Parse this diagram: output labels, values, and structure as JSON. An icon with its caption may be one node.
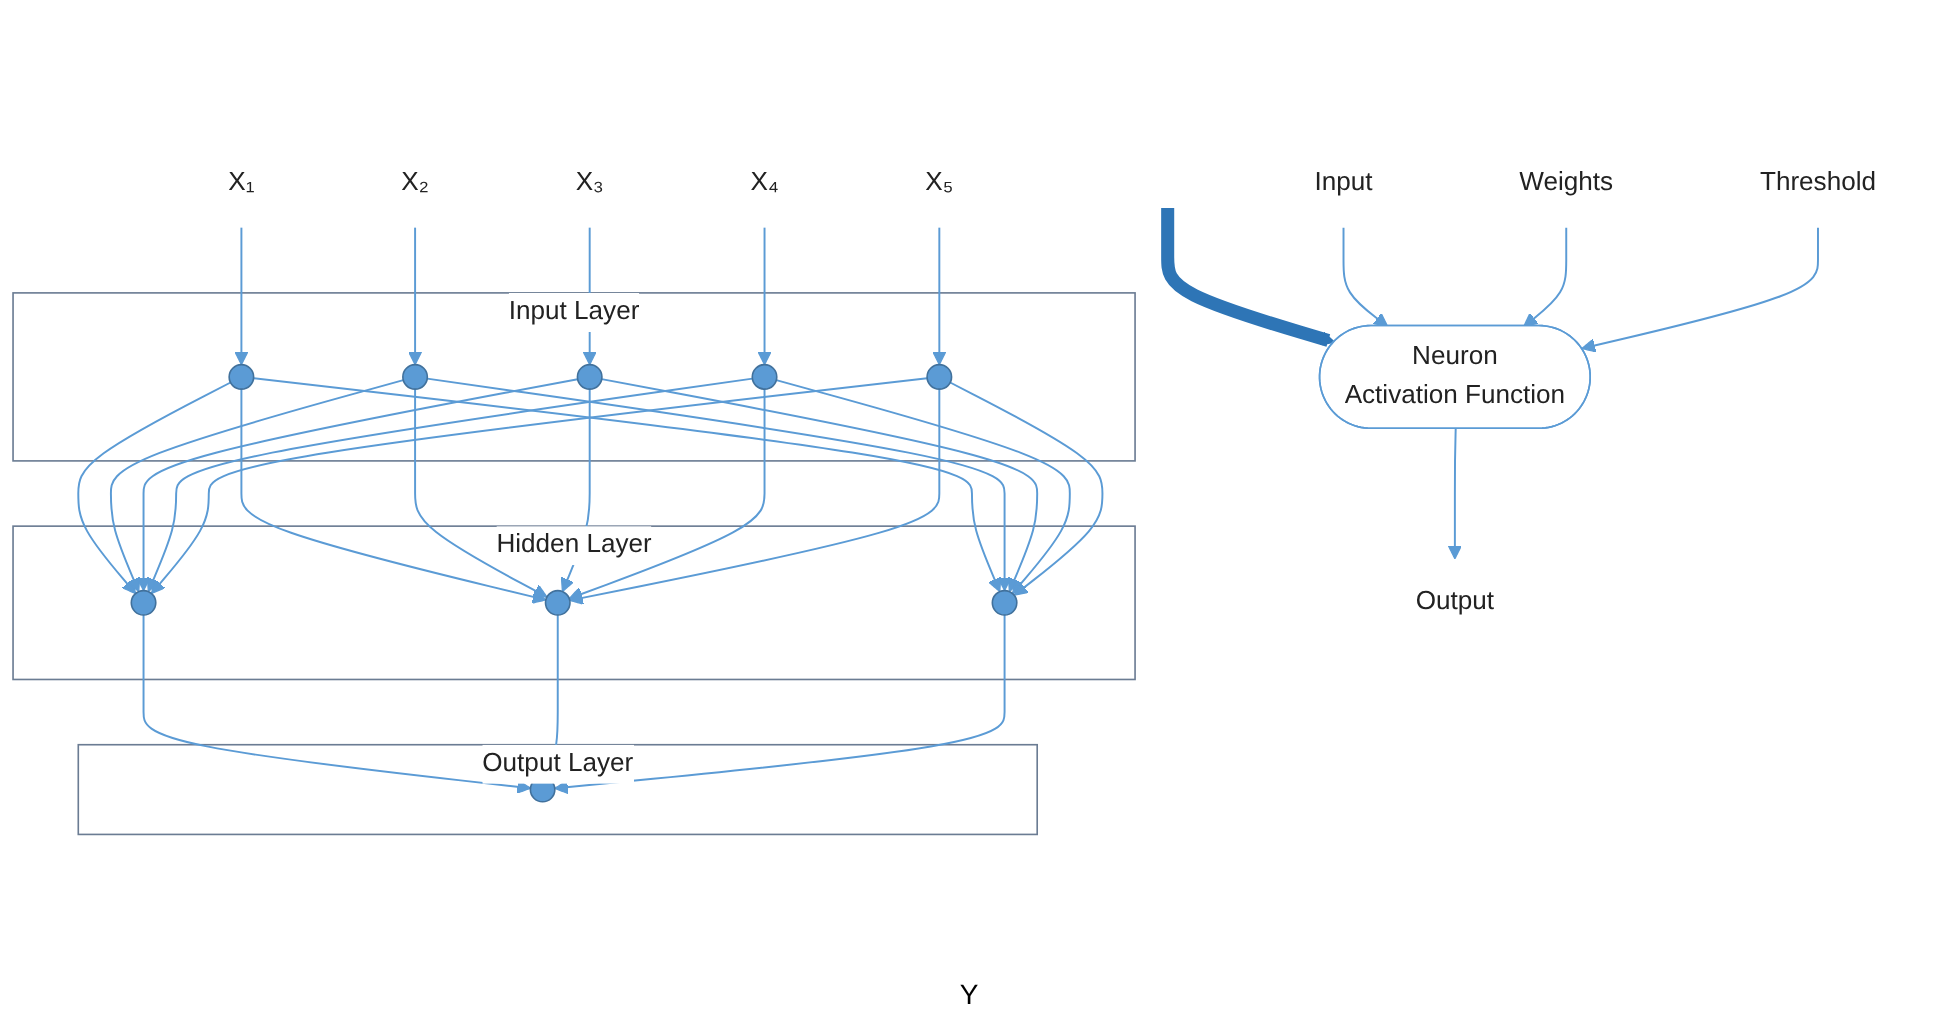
{
  "diagram": {
    "nodes": [
      {
        "text": [
          "X₁"
        ]
      },
      {
        "text": [
          "X₂"
        ]
      },
      {
        "text": [
          "X₃"
        ]
      },
      {
        "text": [
          "X₄"
        ]
      },
      {
        "text": [
          "X₅"
        ]
      },
      {
        "text": [
          "Input Layer"
        ]
      },
      {
        "text": [],
        "shape": "circle",
        "in": 5
      },
      {
        "text": [],
        "shape": "circle",
        "in": 5
      },
      {
        "text": [],
        "shape": "circle",
        "in": 5
      },
      {
        "text": [],
        "shape": "circle",
        "in": 5
      },
      {
        "text": [],
        "shape": "circle",
        "in": 5
      },
      {
        "text": [
          "Hidden Layer"
        ]
      },
      {
        "text": [],
        "shape": "circle",
        "in": 11
      },
      {
        "text": [],
        "shape": "circle",
        "in": 11
      },
      {
        "text": [],
        "shape": "circle",
        "in": 11
      },
      {
        "text": [
          "Output Layer"
        ]
      },
      {
        "text": [],
        "shape": "circle",
        "in": 15
      },
      {
        "text": [
          "Neuron",
          "Activation Function"
        ]
      },
      {
        "text": [
          "Weights"
        ]
      },
      {
        "text": [
          "Input"
        ]
      },
      {
        "text": [
          "Output"
        ]
      },
      {
        "text": [
          "Threshold"
        ]
      }
    ],
    "edges": [
      {
        "from": 0,
        "to": 6,
        "arrow": "to"
      },
      {
        "from": 1,
        "to": 7,
        "arrow": "to"
      },
      {
        "from": 2,
        "to": 8,
        "arrow": "to"
      },
      {
        "from": 3,
        "to": 9,
        "arrow": "to"
      },
      {
        "from": 4,
        "to": 10,
        "arrow": "to"
      },
      {
        "from": 6,
        "to": 12,
        "arrow": "to"
      },
      {
        "from": 6,
        "to": 13,
        "arrow": "to"
      },
      {
        "from": 6,
        "to": 14,
        "arrow": "to"
      },
      {
        "from": 7,
        "to": 12,
        "arrow": "to"
      },
      {
        "from": 7,
        "to": 13,
        "arrow": "to"
      },
      {
        "from": 7,
        "to": 14,
        "arrow": "to"
      },
      {
        "from": 8,
        "to": 12,
        "arrow": "to"
      },
      {
        "from": 8,
        "to": 13,
        "arrow": "to"
      },
      {
        "from": 8,
        "to": 14,
        "arrow": "to"
      },
      {
        "from": 9,
        "to": 12,
        "arrow": "to"
      },
      {
        "from": 9,
        "to": 13,
        "arrow": "to"
      },
      {
        "from": 9,
        "to": 14,
        "arrow": "to"
      },
      {
        "from": 10,
        "to": 12,
        "arrow": "to"
      },
      {
        "from": 10,
        "to": 13,
        "arrow": "to"
      },
      {
        "from": 10,
        "to": 14,
        "arrow": "to"
      },
      {
        "from": 12,
        "to": 16,
        "arrow": "to"
      },
      {
        "from": 13,
        "to": 16,
        "arrow": "to"
      },
      {
        "from": 14,
        "to": 16,
        "arrow": "to"
      },
      {
        "from": null,
        "to": 17,
        "arrow": "to",
        "style": "thick",
        "color": "#2e75b6"
      },
      {
        "from": 19,
        "to": 17,
        "arrow": "to"
      },
      {
        "from": 18,
        "to": 17,
        "arrow": "to"
      },
      {
        "from": 17,
        "to": 20,
        "arrow": "to"
      },
      {
        "from": 21,
        "to": 17,
        "arrow": "to"
      }
    ],
    "labels": [
      "Y"
    ]
  }
}
